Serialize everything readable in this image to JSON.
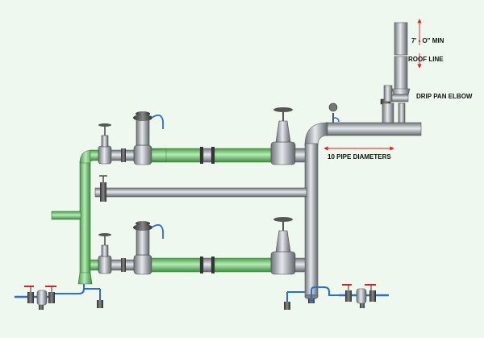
{
  "labels": {
    "min_height": "7' - O\" MIN",
    "roof_line": "ROOF LINE",
    "drip_pan_elbow": "DRIP PAN ELBOW",
    "pipe_diameters": "10 PIPE DIAMETERS"
  },
  "colors": {
    "background": "#eef8ee",
    "steel_pipe": "#b9bec3",
    "insulated_pipe": "#8fd08f",
    "dimension_arrow": "#e0201b",
    "drain_line": "#2a6fd4",
    "valve_handle": "#d92020"
  }
}
